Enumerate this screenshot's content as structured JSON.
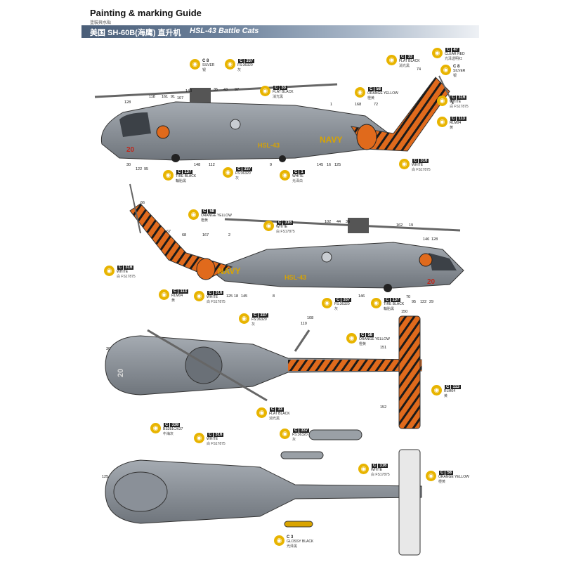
{
  "header": {
    "title": "Painting & marking Guide",
    "subtitle": "塗裝與水貼",
    "banner_model": "美国 SH-60B(海鹰) 直升机",
    "banner_unit": "HSL-43 Battle Cats"
  },
  "markings": {
    "navy": "NAVY",
    "squadron": "HSL-43",
    "modex": "20"
  },
  "callouts": [
    {
      "id": "c8",
      "code": "C 8",
      "ref": "",
      "name": "SILVER",
      "chn": "银"
    },
    {
      "id": "c37a",
      "code": "C",
      "ref": "337",
      "name": "FS:36320",
      "chn": "灰"
    },
    {
      "id": "c33a",
      "code": "C",
      "ref": "33",
      "name": "FLAT BLACK",
      "chn": "消光黑"
    },
    {
      "id": "c58a",
      "code": "C",
      "ref": "58",
      "name": "ORANGE YELLOW",
      "chn": "橙黄"
    },
    {
      "id": "c33b",
      "code": "C",
      "ref": "33",
      "name": "FLAT BLACK",
      "chn": "消光黑"
    },
    {
      "id": "c47",
      "code": "C",
      "ref": "47",
      "name": "CLEAR RED",
      "chn": "光泽透明红"
    },
    {
      "id": "c8b",
      "code": "C 8",
      "ref": "",
      "name": "SILVER",
      "chn": "银"
    },
    {
      "id": "c316a",
      "code": "C",
      "ref": "316",
      "name": "WHITE",
      "chn": "白 FS17875"
    },
    {
      "id": "c113a",
      "code": "C",
      "ref": "113",
      "name": "RLM04",
      "chn": "黄"
    },
    {
      "id": "c316b",
      "code": "C",
      "ref": "316",
      "name": "WHITE",
      "chn": "白 FS17875"
    },
    {
      "id": "c137a",
      "code": "C",
      "ref": "137",
      "name": "TIRE BLACK",
      "chn": "輪胎黑"
    },
    {
      "id": "c337b",
      "code": "C",
      "ref": "337",
      "name": "FS:36320",
      "chn": "灰"
    },
    {
      "id": "c1a",
      "code": "C",
      "ref": "1",
      "name": "WHITE",
      "chn": "光泽白"
    },
    {
      "id": "c58b",
      "code": "C",
      "ref": "58",
      "name": "ORANGE YELLOW",
      "chn": "橙黄"
    },
    {
      "id": "c316c",
      "code": "C",
      "ref": "316",
      "name": "WHITE",
      "chn": "白 FS17875"
    },
    {
      "id": "c316d",
      "code": "C",
      "ref": "316",
      "name": "WHITE",
      "chn": "白 FS17875"
    },
    {
      "id": "c113b",
      "code": "C",
      "ref": "113",
      "name": "RLM04",
      "chn": "黄"
    },
    {
      "id": "c316e",
      "code": "C",
      "ref": "316",
      "name": "WHITE",
      "chn": "白 FS17875"
    },
    {
      "id": "c337c",
      "code": "C",
      "ref": "337",
      "name": "FS:36320",
      "chn": "灰"
    },
    {
      "id": "c137b",
      "code": "C",
      "ref": "137",
      "name": "TIRE BLACK",
      "chn": "輪胎黑"
    },
    {
      "id": "c337d",
      "code": "C",
      "ref": "337",
      "name": "FS:36320",
      "chn": "灰"
    },
    {
      "id": "c58c",
      "code": "C",
      "ref": "58",
      "name": "ORANGE YELLOW",
      "chn": "橙黄"
    },
    {
      "id": "c113c",
      "code": "C",
      "ref": "113",
      "name": "RLM04",
      "chn": "黄"
    },
    {
      "id": "c33c",
      "code": "C",
      "ref": "33",
      "name": "FLAT BLACK",
      "chn": "消光黑"
    },
    {
      "id": "c338",
      "code": "C",
      "ref": "338",
      "name": "BS381C/637",
      "chn": "中海灰"
    },
    {
      "id": "c316f",
      "code": "C",
      "ref": "316",
      "name": "WHITE",
      "chn": "白 FS17875"
    },
    {
      "id": "c337e",
      "code": "C",
      "ref": "337",
      "name": "FS:36320",
      "chn": "灰"
    },
    {
      "id": "c316g",
      "code": "C",
      "ref": "316",
      "name": "WHITE",
      "chn": "白 FS17875"
    },
    {
      "id": "c58d",
      "code": "C",
      "ref": "58",
      "name": "ORANGE YELLOW",
      "chn": "橙黄"
    },
    {
      "id": "c3",
      "code": "C 3",
      "ref": "",
      "name": "GLOSSY BLACK",
      "chn": "光泽黑"
    }
  ],
  "part_numbers": [
    "143",
    "35",
    "43",
    "97",
    "118",
    "161",
    "91",
    "107",
    "128",
    "1",
    "168",
    "72",
    "74",
    "30",
    "122",
    "95",
    "148",
    "112",
    "145",
    "16",
    "125",
    "9",
    "66",
    "102",
    "44",
    "36",
    "162",
    "19",
    "67",
    "68",
    "167",
    "2",
    "146",
    "128",
    "125",
    "18",
    "145",
    "8",
    "146",
    "70",
    "95",
    "122",
    "29",
    "110",
    "108",
    "150",
    "30",
    "151",
    "152",
    "125"
  ],
  "colors": {
    "body_grey": "#8d939b",
    "dark_grey": "#4f555c",
    "tiger_orange": "#e06a1c",
    "badge_yellow": "#e8b400",
    "navy_yellow": "#d9a400"
  }
}
